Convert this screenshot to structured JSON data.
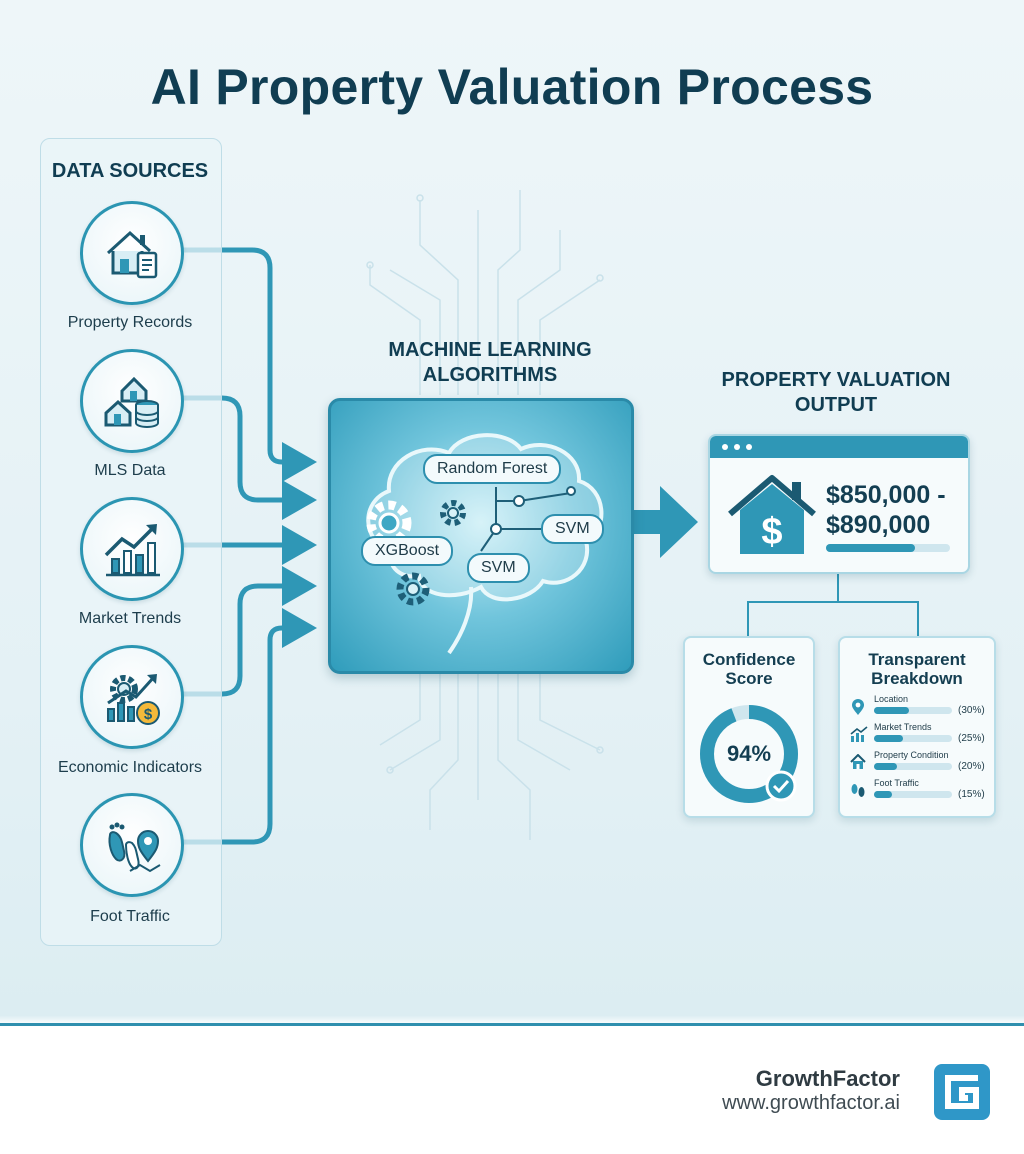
{
  "title": "AI Property Valuation Process",
  "sources": {
    "heading": "DATA SOURCES",
    "items": [
      {
        "label": "Property Records",
        "icon": "house-document-icon"
      },
      {
        "label": "MLS Data",
        "icon": "houses-database-icon"
      },
      {
        "label": "Market Trends",
        "icon": "trend-chart-icon"
      },
      {
        "label": "Economic Indicators",
        "icon": "gear-chart-dollar-icon"
      },
      {
        "label": "Foot Traffic",
        "icon": "footprints-map-pin-icon"
      }
    ]
  },
  "ml": {
    "heading_line1": "MACHINE LEARNING",
    "heading_line2": "ALGORITHMS",
    "models": [
      "Random Forest",
      "SVM",
      "XGBoost",
      "SVM"
    ]
  },
  "output": {
    "heading_line1": "PROPERTY VALUATION",
    "heading_line2": "OUTPUT",
    "price_line1": "$850,000 -",
    "price_line2": "$890,000",
    "range_fill": 0.72,
    "confidence": {
      "title_line1": "Confidence",
      "title_line2": "Score",
      "value_text": "94%",
      "value": 0.94
    },
    "breakdown": {
      "title_line1": "Transparent",
      "title_line2": "Breakdown",
      "items": [
        {
          "label": "Location",
          "pct": "(30%)",
          "value": 0.3,
          "icon": "map-pin-icon"
        },
        {
          "label": "Market Trends",
          "pct": "(25%)",
          "value": 0.25,
          "icon": "trend-chart-icon"
        },
        {
          "label": "Property Condition",
          "pct": "(20%)",
          "value": 0.2,
          "icon": "house-icon"
        },
        {
          "label": "Foot Traffic",
          "pct": "(15%)",
          "value": 0.15,
          "icon": "footprints-icon"
        }
      ]
    }
  },
  "footer": {
    "brand": "GrowthFactor",
    "url": "www.growthfactor.ai"
  },
  "colors": {
    "accent": "#2f97b6",
    "dark_text": "#103d52",
    "light_bg": "#eef6f9"
  }
}
